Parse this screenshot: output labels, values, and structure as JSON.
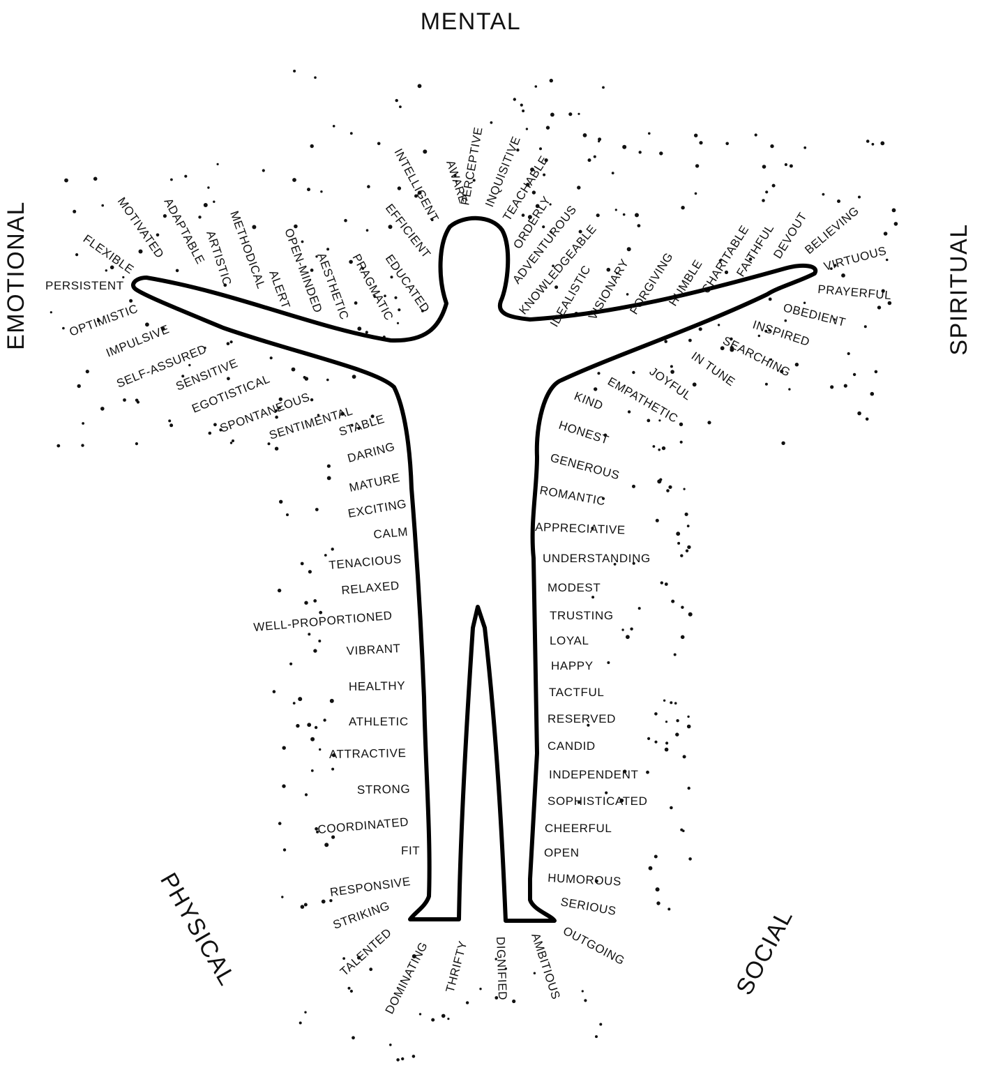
{
  "domains": {
    "mental": "MENTAL",
    "emotional": "EMOTIONAL",
    "spiritual": "SPIRITUAL",
    "physical": "PHYSICAL",
    "social": "SOCIAL"
  },
  "traits": {
    "mental": [
      "INTELLIGENT",
      "AWARE",
      "PERCEPTIVE",
      "INQUISITIVE",
      "TEACHABLE",
      "EFFICIENT",
      "ORDERLY",
      "ADVENTUROUS",
      "KNOWLEDGEABLE",
      "IDEALISTIC",
      "VISIONARY",
      "EDUCATED",
      "PRAGMATIC",
      "AESTHETIC",
      "OPEN-MINDED",
      "ALERT",
      "METHODICAL",
      "ARTISTIC"
    ],
    "emotional": [
      "MOTIVATED",
      "ADAPTABLE",
      "FLEXIBLE",
      "PERSISTENT",
      "OPTIMISTIC",
      "IMPULSIVE",
      "SELF-ASSURED",
      "SENSITIVE",
      "EGOTISTICAL",
      "SPONTANEOUS",
      "SENTIMENTAL"
    ],
    "spiritual": [
      "FORGIVING",
      "HUMBLE",
      "CHARITABLE",
      "FAITHFUL",
      "DEVOUT",
      "BELIEVING",
      "VIRTUOUS",
      "PRAYERFUL",
      "OBEDIENT",
      "INSPIRED",
      "SEARCHING",
      "IN TUNE",
      "JOYFUL",
      "EMPATHETIC"
    ],
    "physical": [
      "STABLE",
      "DARING",
      "MATURE",
      "EXCITING",
      "CALM",
      "TENACIOUS",
      "RELAXED",
      "WELL-PROPORTIONED",
      "VIBRANT",
      "HEALTHY",
      "ATHLETIC",
      "ATTRACTIVE",
      "STRONG",
      "COORDINATED",
      "FIT",
      "RESPONSIVE",
      "STRIKING",
      "TALENTED",
      "DOMINATING",
      "THRIFTY"
    ],
    "social": [
      "KIND",
      "HONEST",
      "GENEROUS",
      "ROMANTIC",
      "APPRECIATIVE",
      "UNDERSTANDING",
      "MODEST",
      "TRUSTING",
      "LOYAL",
      "HAPPY",
      "TACTFUL",
      "RESERVED",
      "CANDID",
      "INDEPENDENT",
      "SOPHISTICATED",
      "CHEERFUL",
      "OPEN",
      "HUMOROUS",
      "SERIOUS",
      "OUTGOING",
      "DIGNIFIED",
      "AMBITIOUS"
    ]
  }
}
